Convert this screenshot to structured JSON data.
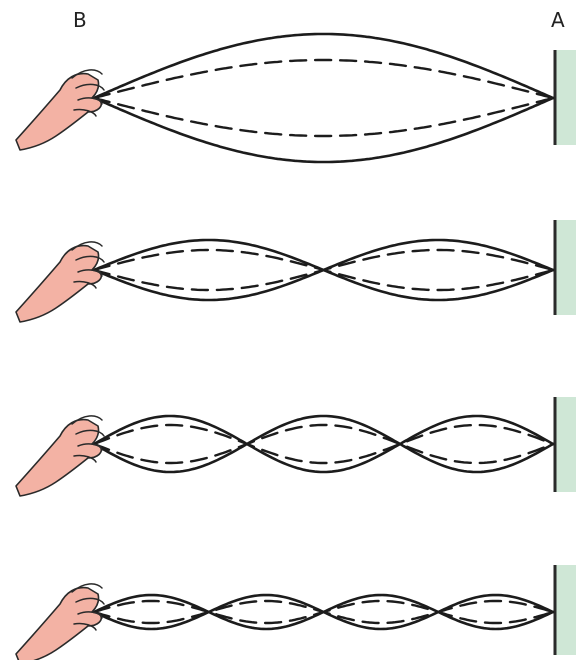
{
  "labels": {
    "free_end": "B",
    "fixed_end": "A"
  },
  "colors": {
    "hand": "#f3b2a4",
    "hand_outline": "#2a2a2a",
    "wall": "#cfe7d6",
    "wall_edge": "#2a2a2a",
    "string": "#1c1c1c",
    "background": "#ffffff"
  },
  "panels": [
    {
      "loops": 1
    },
    {
      "loops": 2
    },
    {
      "loops": 3
    },
    {
      "loops": 4
    }
  ]
}
